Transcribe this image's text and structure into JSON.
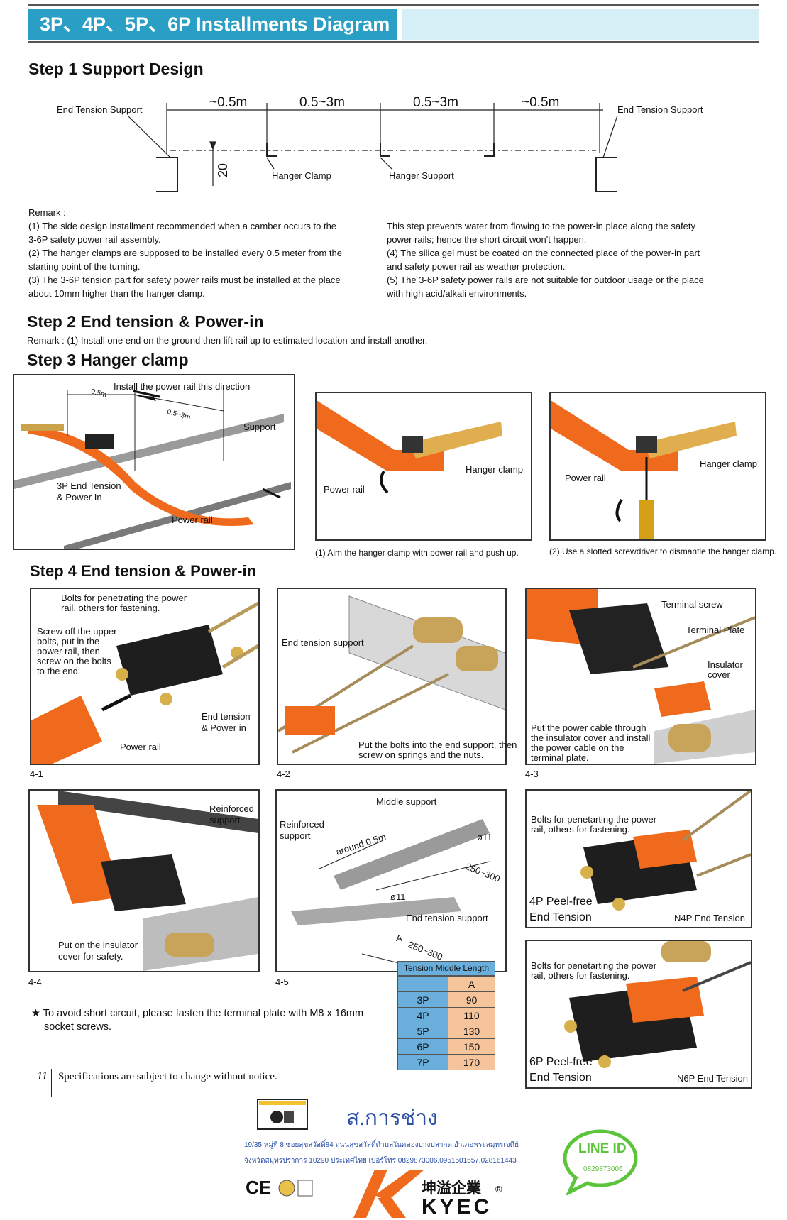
{
  "header": {
    "title": "3P、4P、5P、6P Installments Diagram"
  },
  "step1": {
    "title": "Step 1  Support Design",
    "labels": {
      "end_tension_left": "End Tension Support",
      "end_tension_right": "End Tension Support",
      "dim1": "~0.5m",
      "dim2": "0.5~3m",
      "dim3": "0.5~3m",
      "dim4": "~0.5m",
      "dim_vertical": "20",
      "hanger_clamp": "Hanger Clamp",
      "hanger_support": "Hanger Support"
    },
    "remark_title": "Remark :",
    "remarks_left": [
      "(1)  The side design installment recommended when a camber occurs to the",
      "       3-6P safety power rail assembly.",
      "(2)  The hanger clamps are supposed to be installed every 0.5 meter from the",
      "       starting point of the turning.",
      "(3)  The 3-6P tension part for safety power rails must be installed at the place",
      "       about 10mm higher than the hanger clamp."
    ],
    "remarks_right": [
      "       This step prevents water from flowing to the power-in place along the safety",
      "       power rails; hence the short circuit won't happen.",
      "(4)  The silica gel must be coated on the connected place of the power-in part",
      "       and safety power rail as weather protection.",
      "(5)  The 3-6P safety power rails are not suitable for outdoor usage or the place",
      "       with high acid/alkali environments."
    ]
  },
  "step2": {
    "title": "Step 2  End tension & Power-in",
    "remark": "Remark : (1) Install one end on the ground then lift rail up to estimated location and install another."
  },
  "step3": {
    "title": "Step 3  Hanger clamp",
    "fig1": {
      "install": "Install the power rail this direction",
      "d1": "0.5m",
      "d2": "0.5~3m",
      "support": "Support",
      "end": "3P End Tension",
      "end2": "& Power In",
      "rail": "Power rail"
    },
    "fig2": {
      "clamp": "Hanger clamp",
      "rail": "Power rail",
      "caption": "(1) Aim the hanger clamp with power rail and push up."
    },
    "fig3": {
      "clamp": "Hanger clamp",
      "rail": "Power rail",
      "caption": "(2) Use a slotted screwdriver to dismantle the hanger clamp."
    }
  },
  "step4": {
    "title": "Step 4 End tension & Power-in",
    "f41": {
      "bolts1": "Bolts for penetrating the power",
      "bolts2": "rail, others for fastening.",
      "screw1": "Screw off the upper",
      "screw2": "bolts, put in the",
      "screw3": "power rail, then",
      "screw4": "screw on the bolts",
      "screw5": "to the end.",
      "end1": "End tension",
      "end2": "& Power in",
      "rail": "Power rail",
      "num": "4-1"
    },
    "f42": {
      "support": "End tension support",
      "put1": "Put the bolts into the end support, then",
      "put2": "screw on springs and the nuts.",
      "num": "4-2"
    },
    "f43": {
      "terminal_screw": "Terminal screw",
      "terminal_plate": "Terminal Plate",
      "ins1": "Insulator",
      "ins2": "cover",
      "put1": "Put the power cable through",
      "put2": "the insulator cover and install",
      "put3": "the power cable on the",
      "put4": "terminal plate.",
      "num": "4-3"
    },
    "f44": {
      "reinf1": "Reinforced",
      "reinf2": "support",
      "put1": "Put on the insulator",
      "put2": "cover for safety.",
      "num": "4-4"
    },
    "f45": {
      "middle": "Middle support",
      "reinf1": "Reinforced",
      "reinf2": "support",
      "around": "around 0.5m",
      "d11a": "ø11",
      "d11b": "ø11",
      "r1": "250~300",
      "r2": "250~300",
      "a": "A",
      "end": "End tension support",
      "num": "4-5"
    },
    "f46": {
      "bolts1": "Bolts for penetarting the power",
      "bolts2": "rail, others for fastening.",
      "t1": "4P Peel-free",
      "t2": "End Tension",
      "n4p": "N4P End Tension"
    },
    "f47": {
      "bolts1": "Bolts for penetarting the power",
      "bolts2": "rail, others for fastening.",
      "t1": "6P Peel-free",
      "t2": "End Tension",
      "n6p": "N6P End Tension"
    },
    "note1": "★ To avoid short circuit, please fasten the terminal plate with M8 x 16mm",
    "note2": "socket screws.",
    "table": {
      "title": "Tension Middle Length",
      "header": [
        "",
        "A"
      ],
      "rows": [
        [
          "3P",
          "90"
        ],
        [
          "4P",
          "110"
        ],
        [
          "5P",
          "130"
        ],
        [
          "6P",
          "150"
        ],
        [
          "7P",
          "170"
        ]
      ]
    }
  },
  "footer": {
    "page": "11",
    "spec": "Specifications are subject to change without notice.",
    "thai_name": "ส.การช่าง",
    "addr1": "19/35 หมู่ที่ 8 ซอยสุขสวัสดิ์84 ถนนสุขสวัสดิ์ตำบลในคลองบางปลากด อำเภอพระสมุทรเจดีย์",
    "addr2": "จังหวัดสมุทรปราการ 10290 ประเทศไทย     เบอร์โทร 0829873006,0951501557,028161443",
    "line": "LINE ID",
    "line_num": "0829873006",
    "brand_cn": "坤溢企業",
    "brand": "KYEC",
    "ce": "CE",
    "reg": "®"
  },
  "colors": {
    "header_blue": "#2a9fc6",
    "rail_orange": "#f06a1d",
    "table_orange": "#f6c49a",
    "table_blue": "#6aaedb",
    "line_green": "#5cc43b"
  }
}
